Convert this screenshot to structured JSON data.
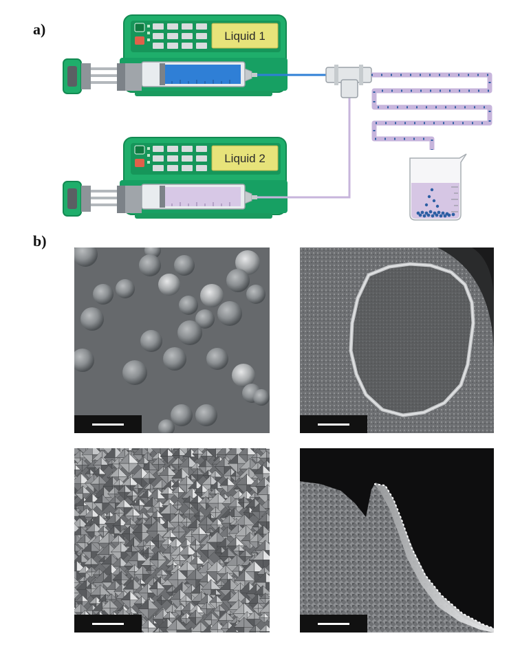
{
  "figure": {
    "panel_a_label": "a)",
    "panel_b_label": "b)"
  },
  "pump1": {
    "label": "Liquid 1",
    "fluid_color": "#2f7fd6"
  },
  "pump2": {
    "label": "Liquid 2",
    "fluid_color": "#d7c8e6"
  },
  "colors": {
    "pump_body": "#1fae6b",
    "label_bg": "#e7e37a",
    "tube_blue": "#2f7fd6",
    "tube_lilac": "#c7b5dc",
    "droplet": "#2d5fa3"
  },
  "sem_images": [
    {
      "name": "sem-microspheres",
      "content": "spherical microparticles on substrate"
    },
    {
      "name": "sem-hollow-shell",
      "content": "broken hollow particle shell"
    },
    {
      "name": "sem-crystal-surface",
      "content": "faceted crystal surface"
    },
    {
      "name": "sem-shell-cross-section",
      "content": "shell wall cross-section"
    }
  ]
}
